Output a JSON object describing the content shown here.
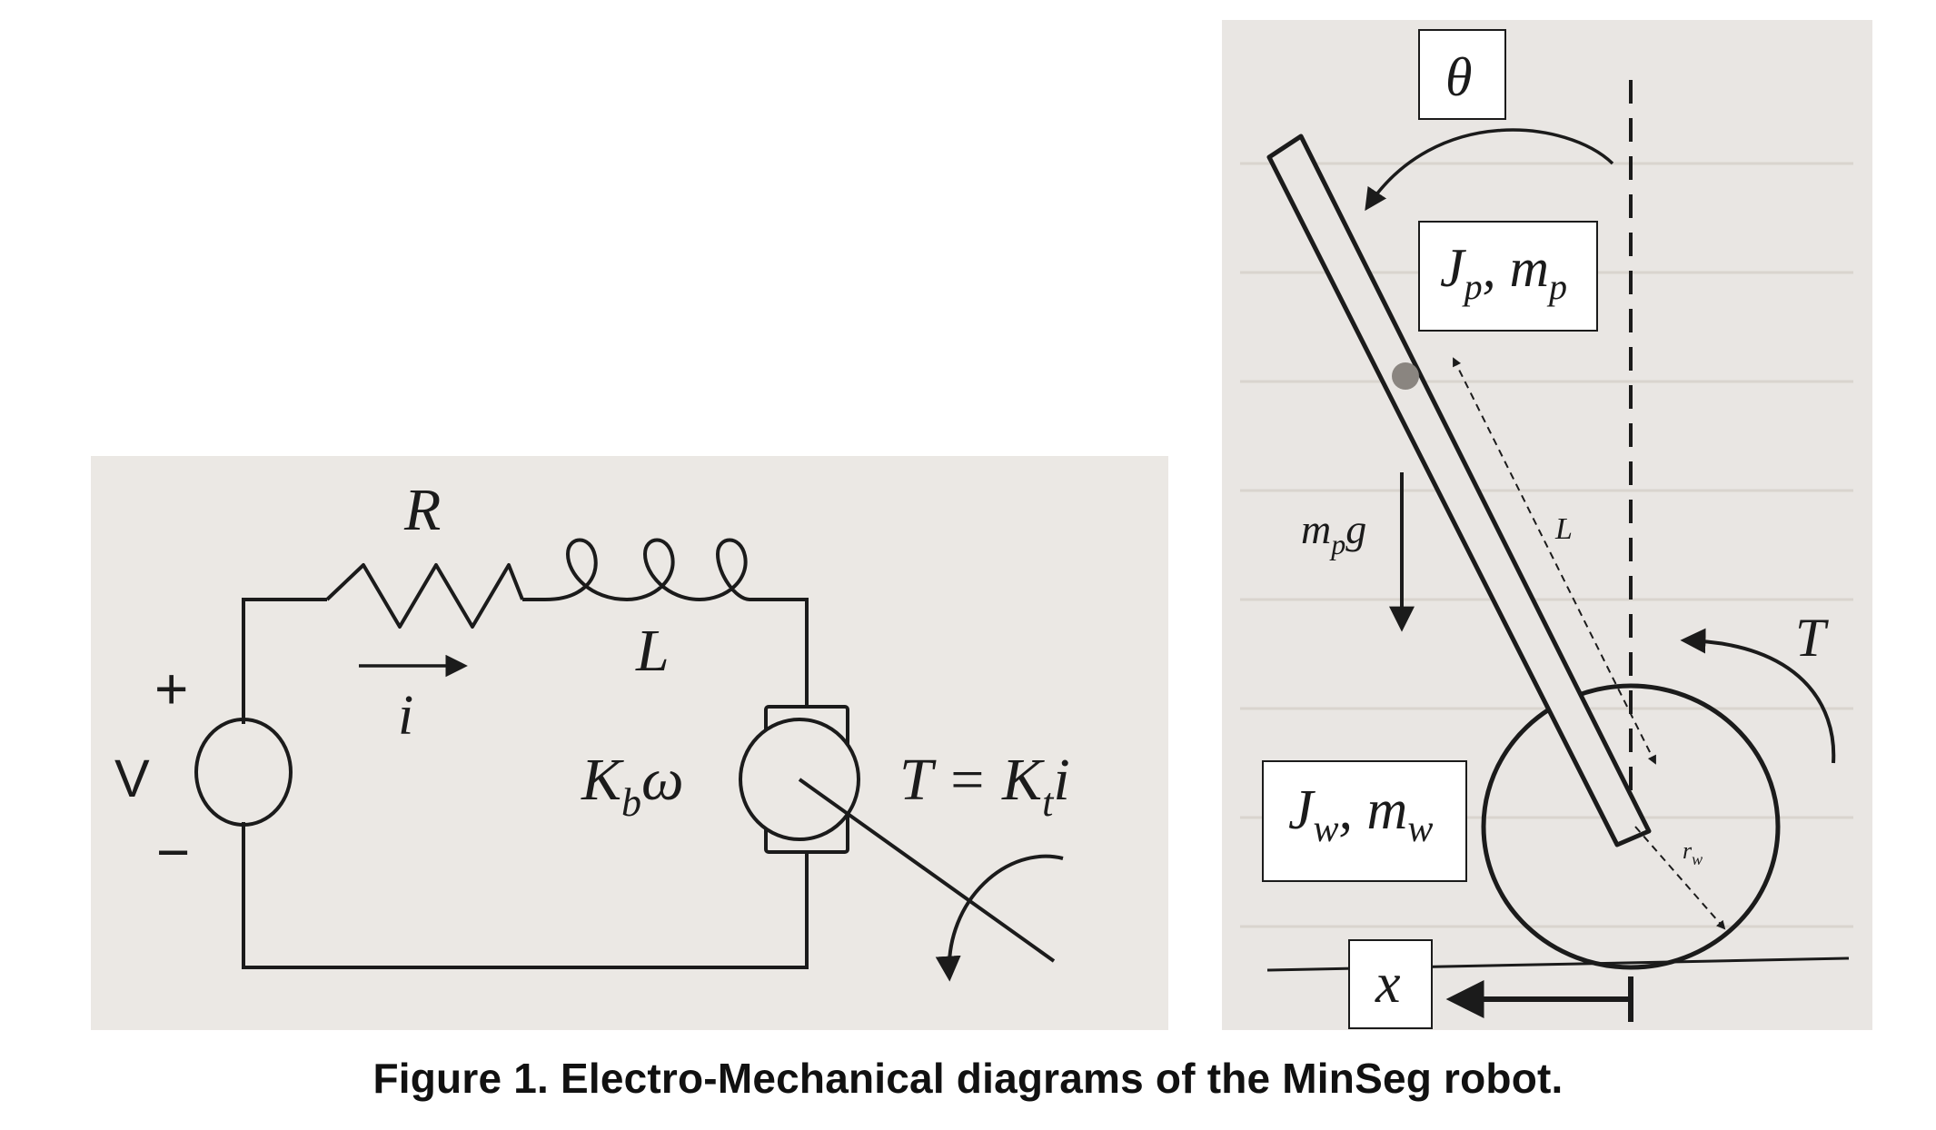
{
  "circuit": {
    "resistor_label": "R",
    "inductor_label": "L",
    "current_label": "i",
    "voltage_label": "V",
    "plus_sign": "+",
    "minus_sign": "−",
    "back_emf_main": "K",
    "back_emf_sub": "b",
    "back_emf_tail": "ω",
    "torque_lhs": "T = K",
    "torque_sub": "t",
    "torque_tail": "i"
  },
  "pendulum": {
    "theta_label": "θ",
    "pendulum_inertia_main": "J",
    "pendulum_inertia_sub1": "p",
    "pendulum_inertia_mid": ", m",
    "pendulum_inertia_sub2": "p",
    "gravity_main": "m",
    "gravity_sub": "p",
    "gravity_tail": "g",
    "length_label": "L",
    "torque_label": "T",
    "wheel_inertia_main": "J",
    "wheel_inertia_sub1": "w",
    "wheel_inertia_mid": ", m",
    "wheel_inertia_sub2": "w",
    "radius_main": "r",
    "radius_sub": "w",
    "position_label": "x"
  },
  "caption": "Figure 1. Electro-Mechanical diagrams of the MinSeg robot.",
  "colors": {
    "paper_left": "#ebe8e4",
    "paper_right": "#e9e6e3",
    "ink": "#1b1b1b",
    "ink_faint": "#cfcac4",
    "center_of_mass": "#8a8580",
    "label_box": "#ffffff"
  }
}
